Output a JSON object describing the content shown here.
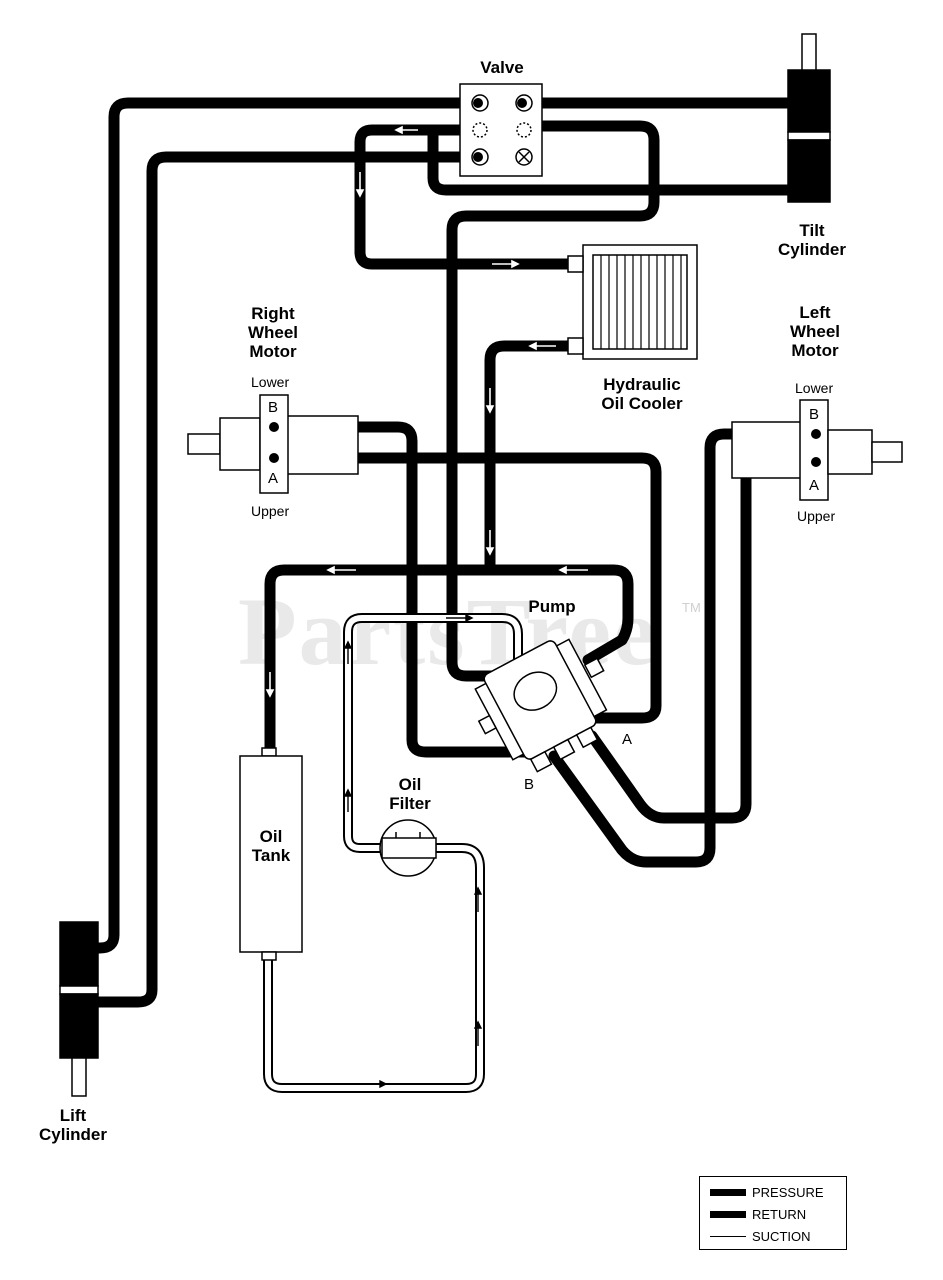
{
  "labels": {
    "valve": "Valve",
    "tilt_cylinder": "Tilt\nCylinder",
    "right_wheel_motor": "Right\nWheel\nMotor",
    "left_wheel_motor": "Left\nWheel\nMotor",
    "hydraulic_oil_cooler": "Hydraulic\nOil Cooler",
    "pump": "Pump",
    "oil_filter": "Oil\nFilter",
    "oil_tank": "Oil\nTank",
    "lift_cylinder": "Lift\nCylinder"
  },
  "ports": {
    "right_lower": "Lower",
    "right_upper": "Upper",
    "right_b": "B",
    "right_a": "A",
    "left_lower": "Lower",
    "left_upper": "Upper",
    "left_b": "B",
    "left_a": "A",
    "pump_a": "A",
    "pump_b": "B"
  },
  "watermark": {
    "text": "PartsTree",
    "tm": "TM"
  },
  "legend": {
    "items": [
      {
        "label": "PRESSURE",
        "style": "thick"
      },
      {
        "label": "RETURN",
        "style": "thick"
      },
      {
        "label": "SUCTION",
        "style": "thin"
      }
    ]
  },
  "colors": {
    "line": "#000000",
    "background": "#ffffff",
    "watermark": "#d8d8d8"
  }
}
